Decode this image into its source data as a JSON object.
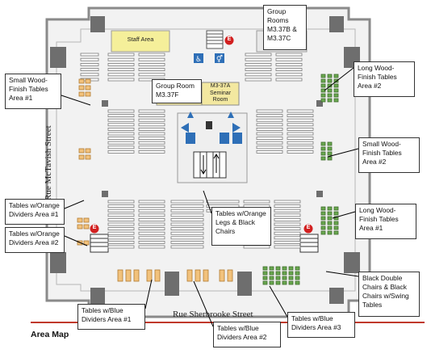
{
  "title": "Area Map",
  "streets": {
    "west": "Rue McTavish Street",
    "south": "Rue Sherbrooke Street"
  },
  "rooms": {
    "staff": "Staff Area",
    "group_room_a": "Group Room M3.37F",
    "seminar_code": "M3-37A",
    "seminar_name": "Seminar Room",
    "group_rooms_b": "Group Rooms M3.37B & M3.37C",
    "exit_marker": "E"
  },
  "callouts": {
    "small_wood_1": "Small Wood-Finish Tables Area #1",
    "long_wood_2": "Long Wood-Finish Tables Area #2",
    "small_wood_2": "Small Wood-Finish Tables Area #2",
    "long_wood_1": "Long Wood-Finish Tables Area #1",
    "orange_1": "Tables w/Orange Dividers Area #1",
    "orange_2": "Tables w/Orange Dividers Area #2",
    "orange_legs": "Tables w/Orange Legs & Black Chairs",
    "black_double": "Black Double Chairs & Black Chairs w/Swing Tables",
    "blue_1": "Tables w/Blue Dividers Area #1",
    "blue_2": "Tables w/Blue Dividers Area #2",
    "blue_3": "Tables w/Blue Dividers Area #3"
  },
  "colors": {
    "floor": "#f2f2f2",
    "wall": "#8a8a8a",
    "pillar": "#6e6e6e",
    "staff": "#f5ef9a",
    "seminar": "#f3e8a0",
    "orange_table": "#f2c27c",
    "green_table": "#6aa84f",
    "icon_blue": "#2e6fb7",
    "exit_red": "#d22020",
    "road": "#c0392b",
    "leader": "#000000"
  }
}
